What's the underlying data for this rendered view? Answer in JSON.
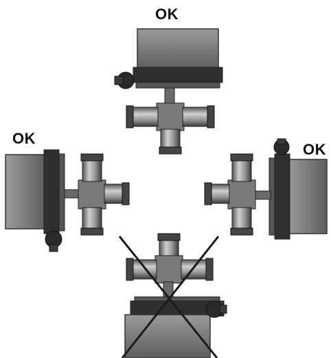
{
  "labels": {
    "top": "OK",
    "left": "OK",
    "right": "OK"
  },
  "orientations": [
    {
      "position": "top",
      "status": "ok"
    },
    {
      "position": "left",
      "status": "ok"
    },
    {
      "position": "right",
      "status": "ok"
    },
    {
      "position": "bottom",
      "status": "not-allowed"
    }
  ],
  "colors": {
    "housing": "#7e7e7e",
    "housing_dark": "#4a4a4a",
    "valve_metal": "#8f8f8f",
    "valve_dark": "#333333",
    "cross": "#1a1a1a"
  }
}
